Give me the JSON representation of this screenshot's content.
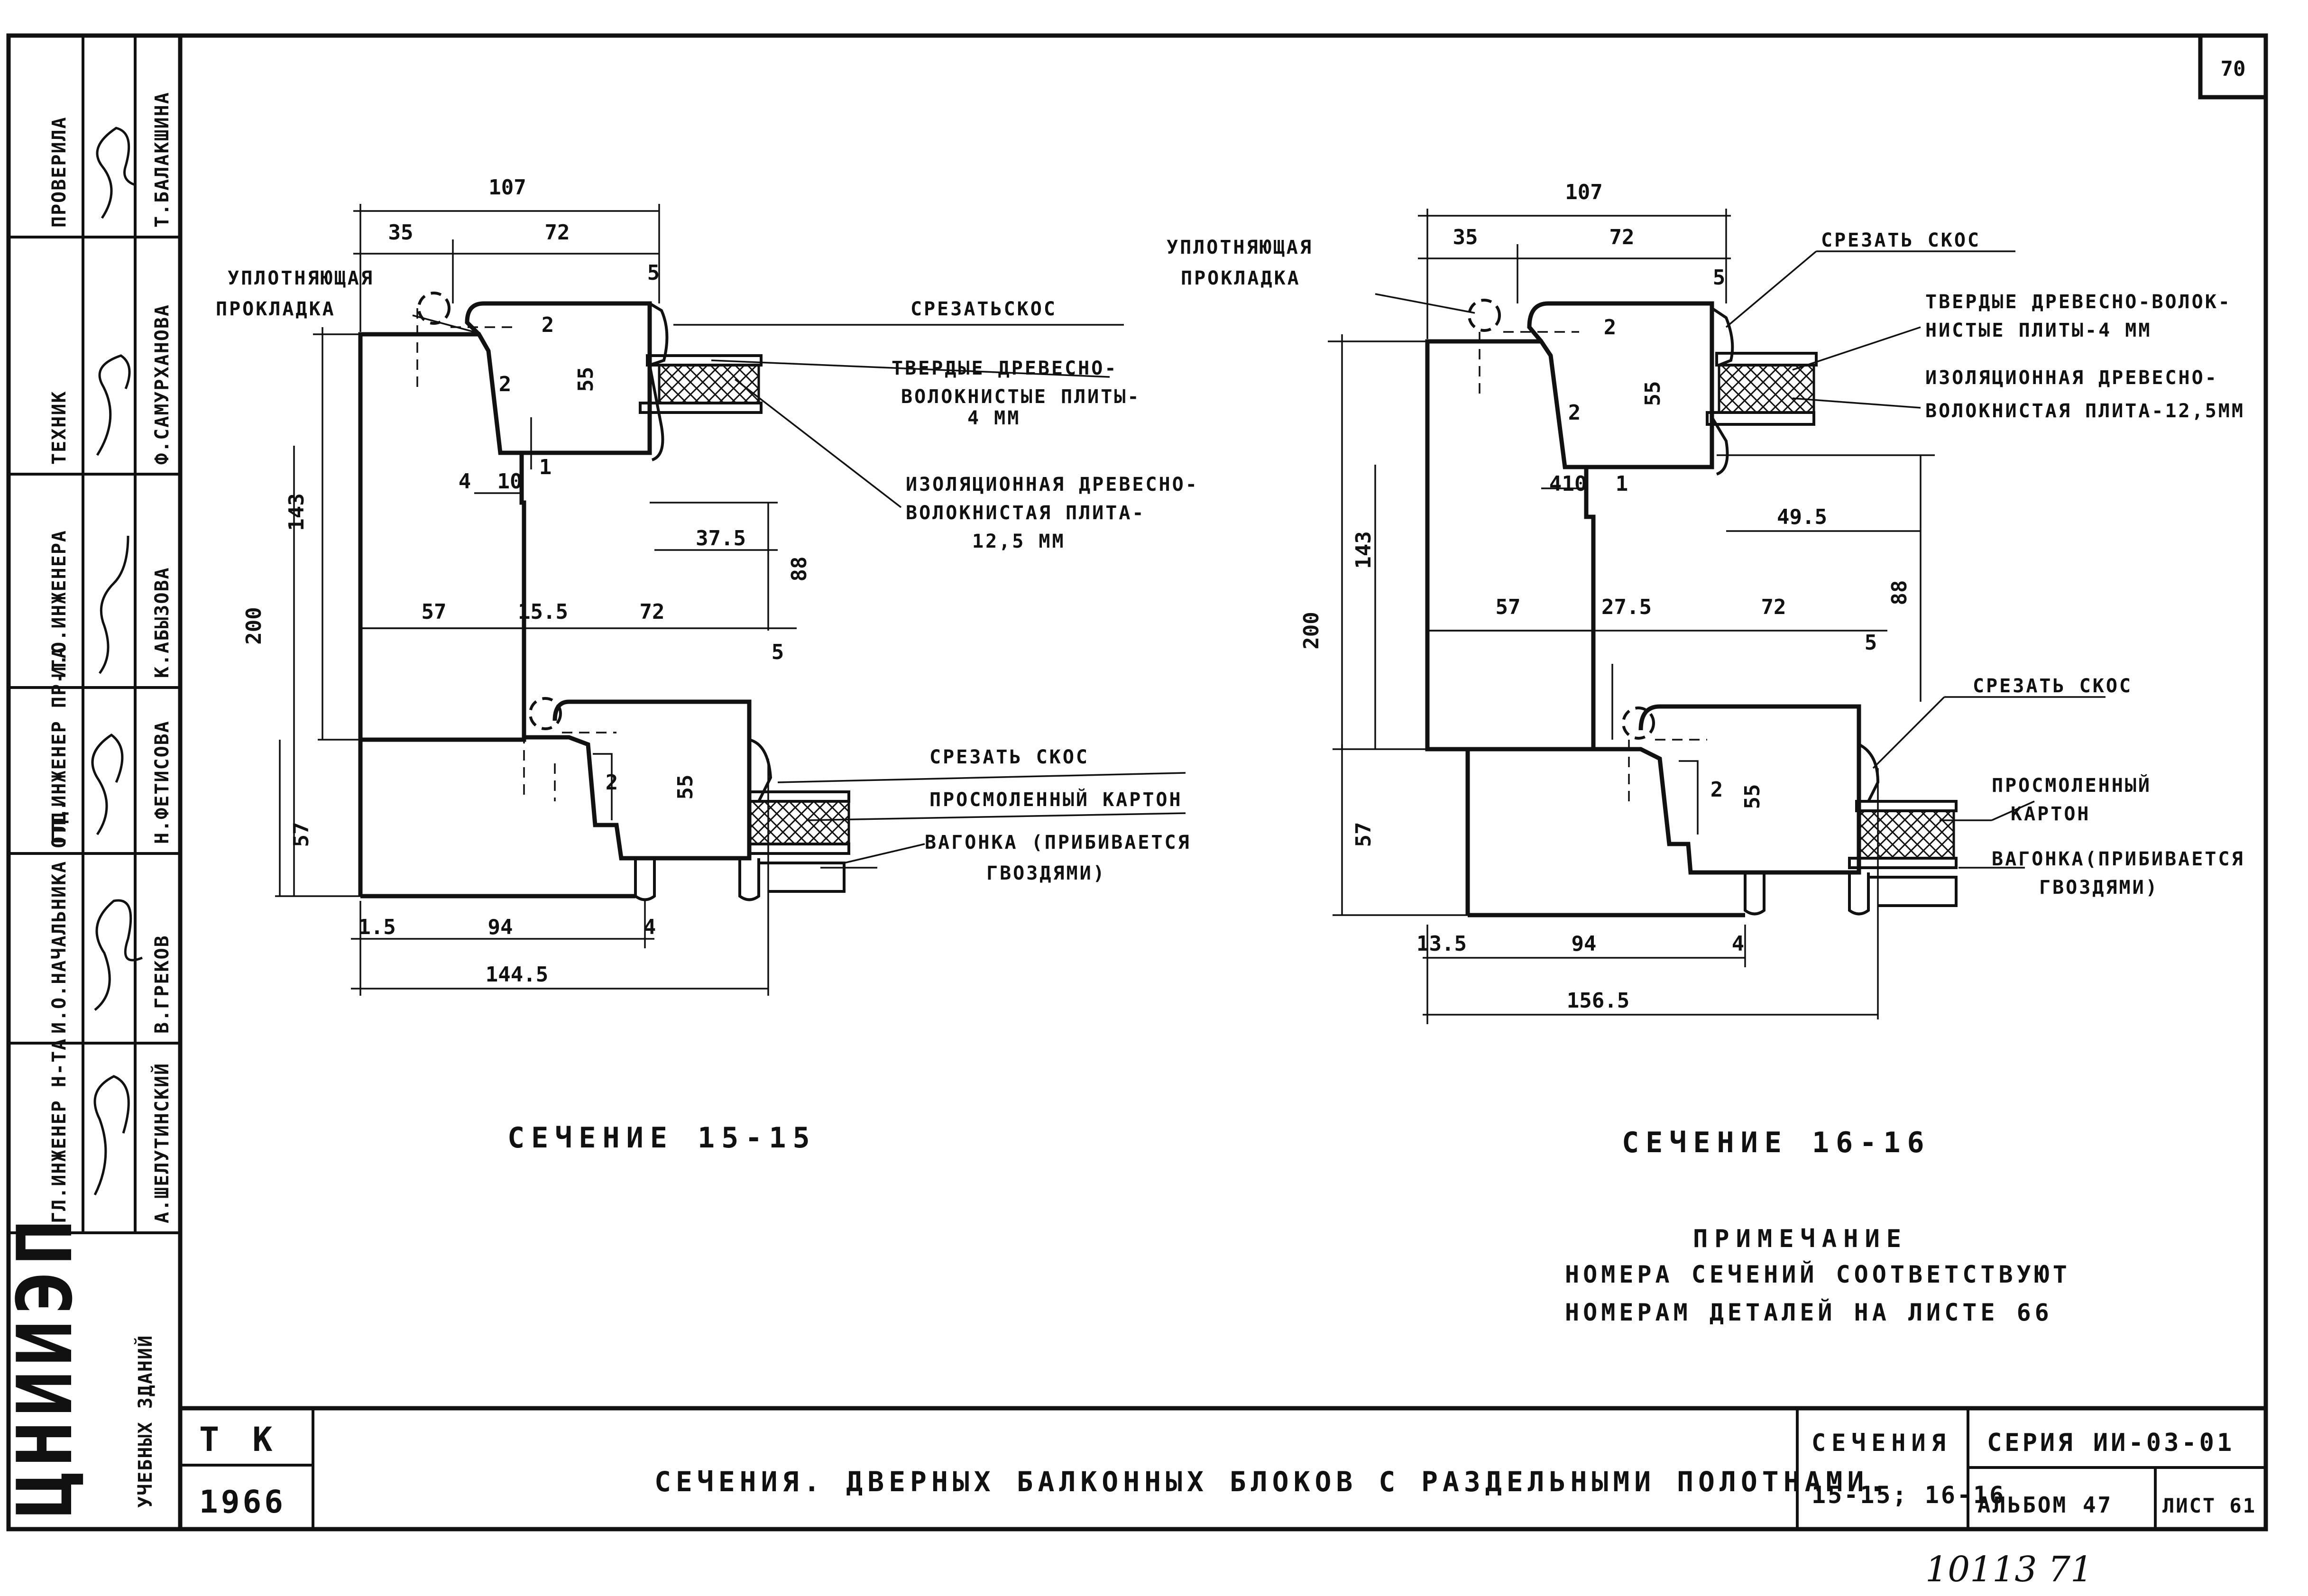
{
  "sheet": {
    "number": "70",
    "footer_handwritten": "10113   71"
  },
  "signatures": {
    "roles": [
      "ГЛ.ИНЖЕНЕР Н-ТА",
      "И.О.НАЧАЛЬНИКА ОТД.",
      "ГЛ.ИНЖЕНЕР ПР-ТА",
      "И.О.ИНЖЕНЕРА",
      "ТЕХНИК",
      "ПРОВЕРИЛА"
    ],
    "names": [
      "А.ШЕЛУТИНСКИЙ",
      "В.ГРЕКОВ",
      "Н.ФЕТИСОВА",
      "К.АБЫЗОВА",
      "Ф.САМУРХАНОВА",
      "Т.БАЛАКШИНА"
    ]
  },
  "institute": {
    "logo": "ЦНИИЭП",
    "subtitle": "УЧЕБНЫХ ЗДАНИЙ"
  },
  "section_15": {
    "caption": "СЕЧЕНИЕ 15-15",
    "dims": {
      "d107": "107",
      "d35": "35",
      "d72a": "72",
      "d5a": "5",
      "d2a": "2",
      "d2b": "2",
      "d55a": "55",
      "d143": "143",
      "d200": "200",
      "d4": "4",
      "d10": "10",
      "d1": "1",
      "d375": "37.5",
      "d88": "88",
      "d57a": "57",
      "d155": "15.5",
      "d72b": "72",
      "d5b": "5",
      "d55b": "55",
      "d2c": "2",
      "d57b": "57",
      "d15": "1.5",
      "d94": "94",
      "d4b": "4",
      "d1445": "144.5"
    },
    "labels": {
      "gasket": [
        "УПЛОТНЯЮЩАЯ",
        "ПРОКЛАДКА"
      ],
      "cut_bevel": "СРЕЗАТЬСКОС",
      "hardboard": [
        "ТВЕРДЫЕ ДРЕВЕСНО-",
        "ВОЛОКНИСТЫЕ ПЛИТЫ-",
        "4 ММ"
      ],
      "insulation": [
        "ИЗОЛЯЦИОННАЯ ДРЕВЕСНО-",
        "ВОЛОКНИСТАЯ ПЛИТА-",
        "12,5 ММ"
      ],
      "cut_bevel_2": "СРЕЗАТЬ СКОС",
      "tar_paper": "ПРОСМОЛЕННЫЙ КАРТОН",
      "lining": [
        "ВАГОНКА (ПРИБИВАЕТСЯ",
        "ГВОЗДЯМИ)"
      ]
    }
  },
  "section_16": {
    "caption": "СЕЧЕНИЕ 16-16",
    "dims": {
      "d107": "107",
      "d35": "35",
      "d72a": "72",
      "d5a": "5",
      "d2a": "2",
      "d2b": "2",
      "d55a": "55",
      "d143": "143",
      "d200": "200",
      "d4": "4",
      "d10": "10",
      "d1": "1",
      "d495": "49.5",
      "d88": "88",
      "d57a": "57",
      "d275": "27.5",
      "d72b": "72",
      "d5b": "5",
      "d55b": "55",
      "d2c": "2",
      "d57b": "57",
      "d135": "13.5",
      "d94": "94",
      "d4b": "4",
      "d1565": "156.5"
    },
    "labels": {
      "gasket": [
        "УПЛОТНЯЮЩАЯ",
        "ПРОКЛАДКА"
      ],
      "cut_bevel": "СРЕЗАТЬ СКОС",
      "hardboard": [
        "ТВЕРДЫЕ ДРЕВЕСНО-ВОЛОК-",
        "НИСТЫЕ ПЛИТЫ-4 ММ"
      ],
      "insulation": [
        "ИЗОЛЯЦИОННАЯ ДРЕВЕСНО-",
        "ВОЛОКНИСТАЯ ПЛИТА-12,5ММ"
      ],
      "cut_bevel_2": "СРЕЗАТЬ СКОС",
      "tar_paper": [
        "ПРОСМОЛЕННЫЙ",
        "КАРТОН"
      ],
      "lining": [
        "ВАГОНКА(ПРИБИВАЕТСЯ",
        "ГВОЗДЯМИ)"
      ]
    }
  },
  "note": {
    "title": "ПРИМЕЧАНИЕ",
    "lines": [
      "НОМЕРА СЕЧЕНИЙ СООТВЕТСТВУЮТ",
      "НОМЕРАМ ДЕТАЛЕЙ НА ЛИСТЕ 66"
    ]
  },
  "title_block": {
    "code": "Т К",
    "year": "1966",
    "title": "СЕЧЕНИЯ.  ДВЕРНЫХ БАЛКОННЫХ БЛОКОВ С РАЗДЕЛЬНЫМИ ПОЛОТНАМИ.",
    "sections_label": "СЕЧЕНИЯ",
    "sections_value": "15-15; 16-16",
    "series": "СЕРИЯ ИИ-03-01",
    "album": "АЛЬБОМ 47",
    "sheet": "ЛИСТ 61"
  }
}
